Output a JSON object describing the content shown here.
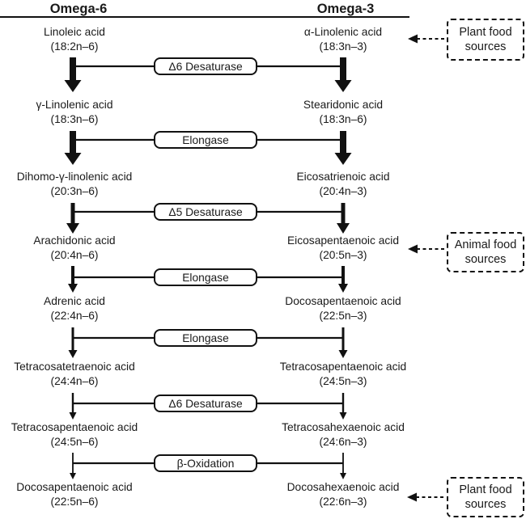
{
  "columns": {
    "left": "Omega-6",
    "right": "Omega-3"
  },
  "rows": [
    {
      "left": {
        "name": "Linoleic acid",
        "formula": "(18:2n–6)"
      },
      "right": {
        "name": "α-Linolenic acid",
        "formula": "(18:3n–3)"
      }
    },
    {
      "left": {
        "name": "γ-Linolenic acid",
        "formula": "(18:3n–6)"
      },
      "right": {
        "name": "Stearidonic acid",
        "formula": "(18:3n–6)"
      }
    },
    {
      "left": {
        "name": "Dihomo-γ-linolenic acid",
        "formula": "(20:3n–6)"
      },
      "right": {
        "name": "Eicosatrienoic acid",
        "formula": "(20:4n–3)"
      }
    },
    {
      "left": {
        "name": "Arachidonic acid",
        "formula": "(20:4n–6)"
      },
      "right": {
        "name": "Eicosapentaenoic acid",
        "formula": "(20:5n–3)"
      }
    },
    {
      "left": {
        "name": "Adrenic acid",
        "formula": "(22:4n–6)"
      },
      "right": {
        "name": "Docosapentaenoic acid",
        "formula": "(22:5n–3)"
      }
    },
    {
      "left": {
        "name": "Tetracosatetraenoic acid",
        "formula": "(24:4n–6)"
      },
      "right": {
        "name": "Tetracosapentaenoic acid",
        "formula": "(24:5n–3)"
      }
    },
    {
      "left": {
        "name": "Tetracosapentaenoic acid",
        "formula": "(24:5n–6)"
      },
      "right": {
        "name": "Tetracosahexaenoic acid",
        "formula": "(24:6n–3)"
      }
    },
    {
      "left": {
        "name": "Docosapentaenoic acid",
        "formula": "(22:5n–6)"
      },
      "right": {
        "name": "Docosahexaenoic acid",
        "formula": "(22:6n–3)"
      }
    }
  ],
  "enzymes": [
    {
      "label": "Δ6 Desaturase"
    },
    {
      "label": "Elongase"
    },
    {
      "label": "Δ5 Desaturase"
    },
    {
      "label": "Elongase"
    },
    {
      "label": "Elongase"
    },
    {
      "label": "Δ6 Desaturase"
    },
    {
      "label": "β-Oxidation"
    }
  ],
  "sources": [
    {
      "line1": "Plant food",
      "line2": "sources"
    },
    {
      "line1": "Animal food",
      "line2": "sources"
    },
    {
      "line1": "Plant food",
      "line2": "sources"
    }
  ],
  "colors": {
    "ink": "#111111",
    "background": "#ffffff"
  }
}
